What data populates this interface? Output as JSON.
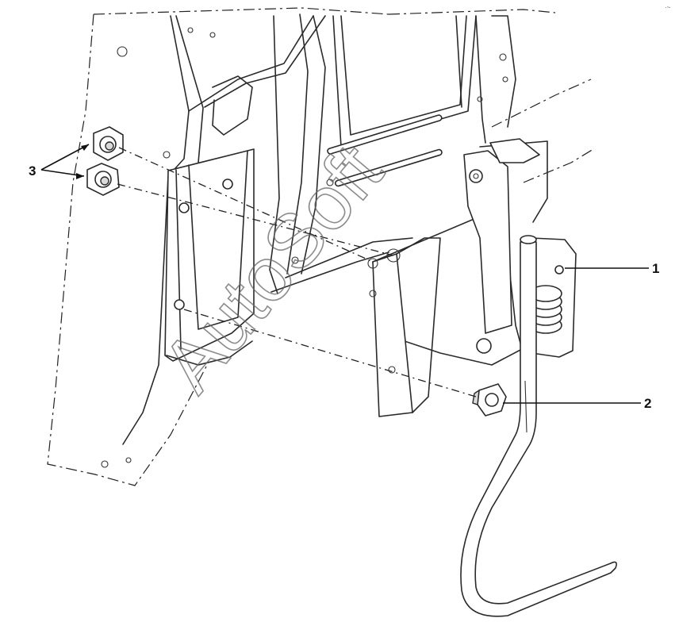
{
  "figure": {
    "callouts": [
      {
        "number": "1",
        "target": "pedal bracket assembly"
      },
      {
        "number": "2",
        "target": "mounting bolt"
      },
      {
        "number": "3",
        "target": "hex lock nuts"
      }
    ],
    "watermark": "AutoSoft"
  },
  "colors": {
    "line": "#2a2a2a",
    "background": "#ffffff",
    "watermark": "#666666"
  }
}
